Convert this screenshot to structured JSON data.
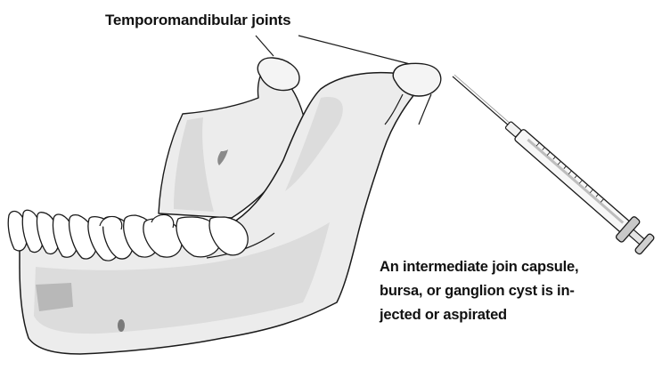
{
  "title": "Temporomandibular joints",
  "caption_lines": [
    "An intermediate join capsule,",
    "bursa, or ganglion cyst is in-",
    "jected or aspirated"
  ],
  "colors": {
    "bone_fill": "#ececec",
    "bone_shade": "#d2d2d2",
    "outline": "#1a1a1a",
    "tooth_fill": "#ffffff",
    "dark_mark": "#8a8a8a"
  }
}
